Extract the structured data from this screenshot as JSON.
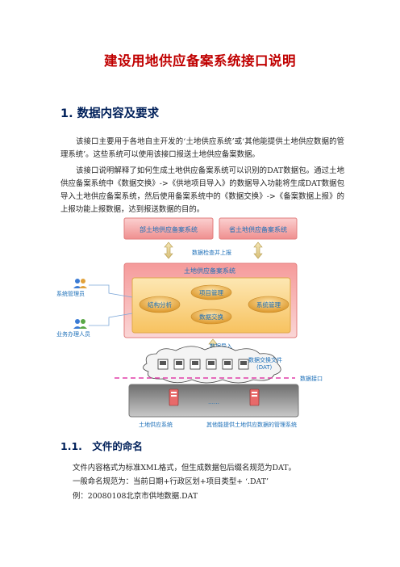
{
  "document": {
    "title": "建设用地供应备案系统接口说明",
    "section1": {
      "heading": "1. 数据内容及要求",
      "paragraph1": "该接口主要用于各地自主开发的‘土地供应系统’或‘其他能提供土地供应数据的管理系统’。这些系统可以使用该接口报送土地供应备案数据。",
      "paragraph2": "该接口说明解释了如何生成土地供应备案系统可以识别的DAT数据包。通过土地供应备案系统中《数据交换》->《供地项目导入》的数据导入功能将生成DAT数据包导入土地供应备案系统，然后使用备案系统中的《数据交换》->《备案数据上报》的上报功能上报数据，达到报送数据的目的。"
    },
    "section11": {
      "heading": "1.1.　文件的命名",
      "line1": "文件内容格式为标准XML格式，但生成数据包后缀名规范为DAT。",
      "line2": "一般命名规范为：当前日期+行政区划+项目类型+ ‘.DAT’",
      "line3": "例：20080108北京市供地数据.DAT"
    }
  },
  "diagram": {
    "top_left_box": "部土地供应备案系统",
    "top_right_box": "省土地供应备案系统",
    "arrow_label_top": "数据检查并上报",
    "main_system": "土地供应备案系统",
    "modules": {
      "project": "项目管理",
      "structure": "结构分析",
      "system": "系统管理",
      "exchange": "数据交换"
    },
    "roles": {
      "admin": "系统管理员",
      "operator": "业务办理人员"
    },
    "arrow_label_import": "数据导入",
    "cloud_label_1": "数据交换文件",
    "cloud_label_2": "(DAT)",
    "interface_label": "数据接口",
    "ellipsis": "……",
    "bottom_left": "土地供应系统",
    "bottom_right": "其他能提供土地供应数据的管理系统",
    "colors": {
      "top_box": "#f6a7a7",
      "main_box": "#f7b9b9",
      "inner_box": "#fbd98d",
      "module": "#e6a83a",
      "interface_line": "#e03ea8",
      "bottom_box": "#8c8c8c",
      "label_blue": "#1c6fb8"
    }
  }
}
